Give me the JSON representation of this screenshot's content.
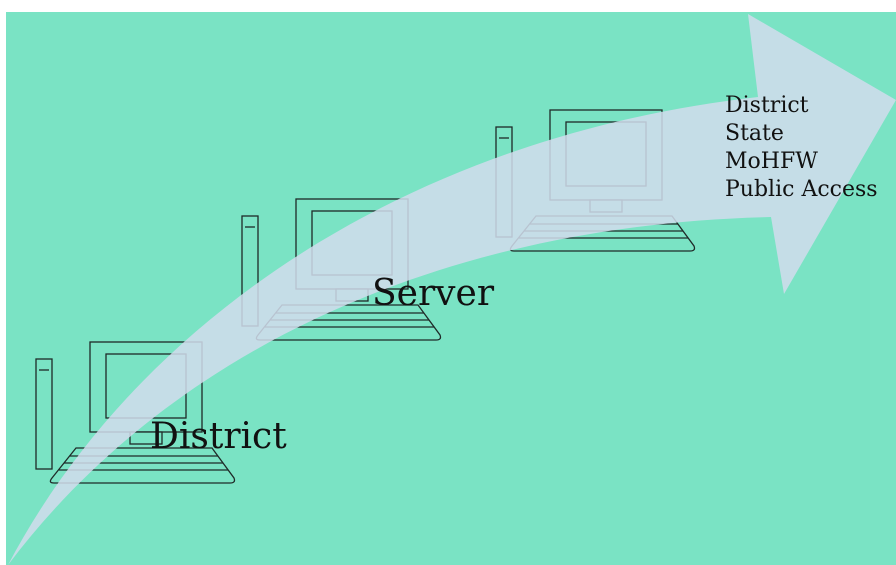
{
  "colors": {
    "background": "#7ae3c4",
    "arrow": "#d2dcec",
    "stroke": "#1f2a28"
  },
  "nodes": [
    {
      "id": "district",
      "label": "District"
    },
    {
      "id": "server",
      "label": "Server"
    }
  ],
  "access_levels": [
    "District",
    "State",
    "MoHFW",
    "Public Access"
  ]
}
